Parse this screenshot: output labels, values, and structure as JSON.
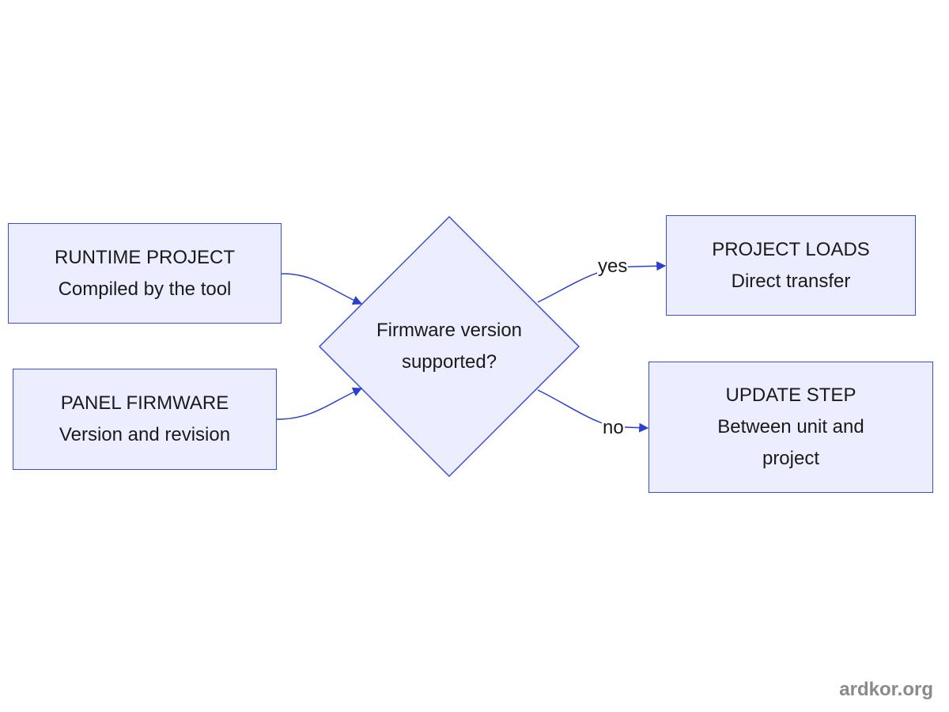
{
  "nodes": {
    "runtime": {
      "title": "RUNTIME PROJECT",
      "subtitle": "Compiled by the tool"
    },
    "firmware": {
      "title": "PANEL FIRMWARE",
      "subtitle": "Version and revision"
    },
    "decision": {
      "line1": "Firmware version",
      "line2": "supported?"
    },
    "loads": {
      "title": "PROJECT LOADS",
      "subtitle": "Direct transfer"
    },
    "update": {
      "title": "UPDATE STEP",
      "line2": "Between unit and",
      "line3": "project"
    }
  },
  "edges": {
    "yes_label": "yes",
    "no_label": "no"
  },
  "watermark": "ardkor.org",
  "colors": {
    "node_fill": "#eceeff",
    "node_stroke": "#3b4fd6",
    "edge": "#2a3fcf",
    "watermark": "#8a8a8a"
  }
}
